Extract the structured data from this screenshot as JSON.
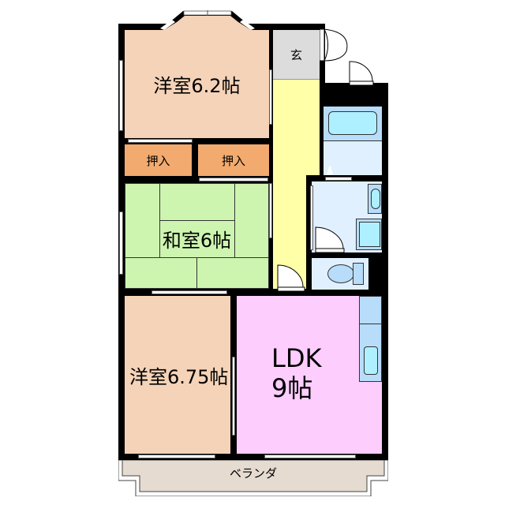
{
  "floorplan": {
    "rooms": [
      {
        "id": "western-room-1",
        "label": "洋室6.2帖",
        "color": "#f5d3b8"
      },
      {
        "id": "closet-1",
        "label": "押入",
        "color": "#f2aa6e"
      },
      {
        "id": "closet-2",
        "label": "押入",
        "color": "#f2aa6e"
      },
      {
        "id": "japanese-room",
        "label": "和室6帖",
        "color": "#cdf5b0"
      },
      {
        "id": "western-room-2",
        "label": "洋室6.75帖",
        "color": "#f5d3b8"
      },
      {
        "id": "ldk",
        "label_line1": "LDK",
        "label_line2": "9帖",
        "color": "#fdcdfd"
      },
      {
        "id": "entrance",
        "label": "玄",
        "color": "#dcdcdc"
      },
      {
        "id": "corridor",
        "label": "",
        "color": "#ffffa8"
      },
      {
        "id": "bathroom",
        "label": "",
        "color": "#e0f0ff"
      },
      {
        "id": "washroom",
        "label": "",
        "color": "#e0f0ff"
      },
      {
        "id": "toilet",
        "label": "",
        "color": "#e0f0ff"
      },
      {
        "id": "balcony",
        "label": "ベランダ",
        "color": "#e5dbd1"
      }
    ],
    "colors": {
      "wall": "#000000",
      "fixture_fill": "#b8ddfa",
      "fixture_inner": "#aef0ff"
    }
  }
}
